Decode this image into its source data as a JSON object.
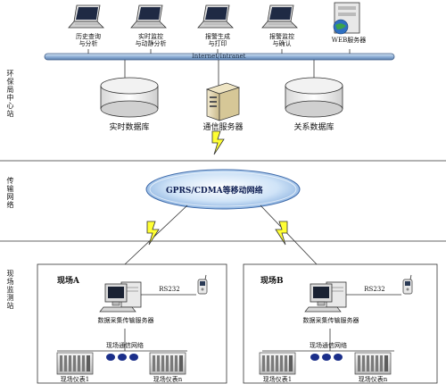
{
  "sections": {
    "center": "环保局中心站",
    "transmission": "传输网络",
    "field": "现场监测站"
  },
  "workstations": [
    {
      "line1": "历史查询",
      "line2": "与分析"
    },
    {
      "line1": "实时监控",
      "line2": "与动静分析"
    },
    {
      "line1": "报警生成",
      "line2": "与打印"
    },
    {
      "line1": "报警监控",
      "line2": "与确认"
    }
  ],
  "web_server": "WEB服务器",
  "network": "Internet/Intranet",
  "realtime_db": "实时数据库",
  "comm_server": "通信服务器",
  "relational_db": "关系数据库",
  "cloud": "GPRS/CDMA等移动网络",
  "sites": [
    {
      "title": "现场A",
      "rs232": "RS232",
      "server": "数据采集传输服务器",
      "net": "现场通信网络",
      "inst1": "现场仪表1",
      "instn": "现场仪表n"
    },
    {
      "title": "现场B",
      "rs232": "RS232",
      "server": "数据采集传输服务器",
      "net": "现场通信网络",
      "inst1": "现场仪表1",
      "instn": "现场仪表n"
    }
  ]
}
